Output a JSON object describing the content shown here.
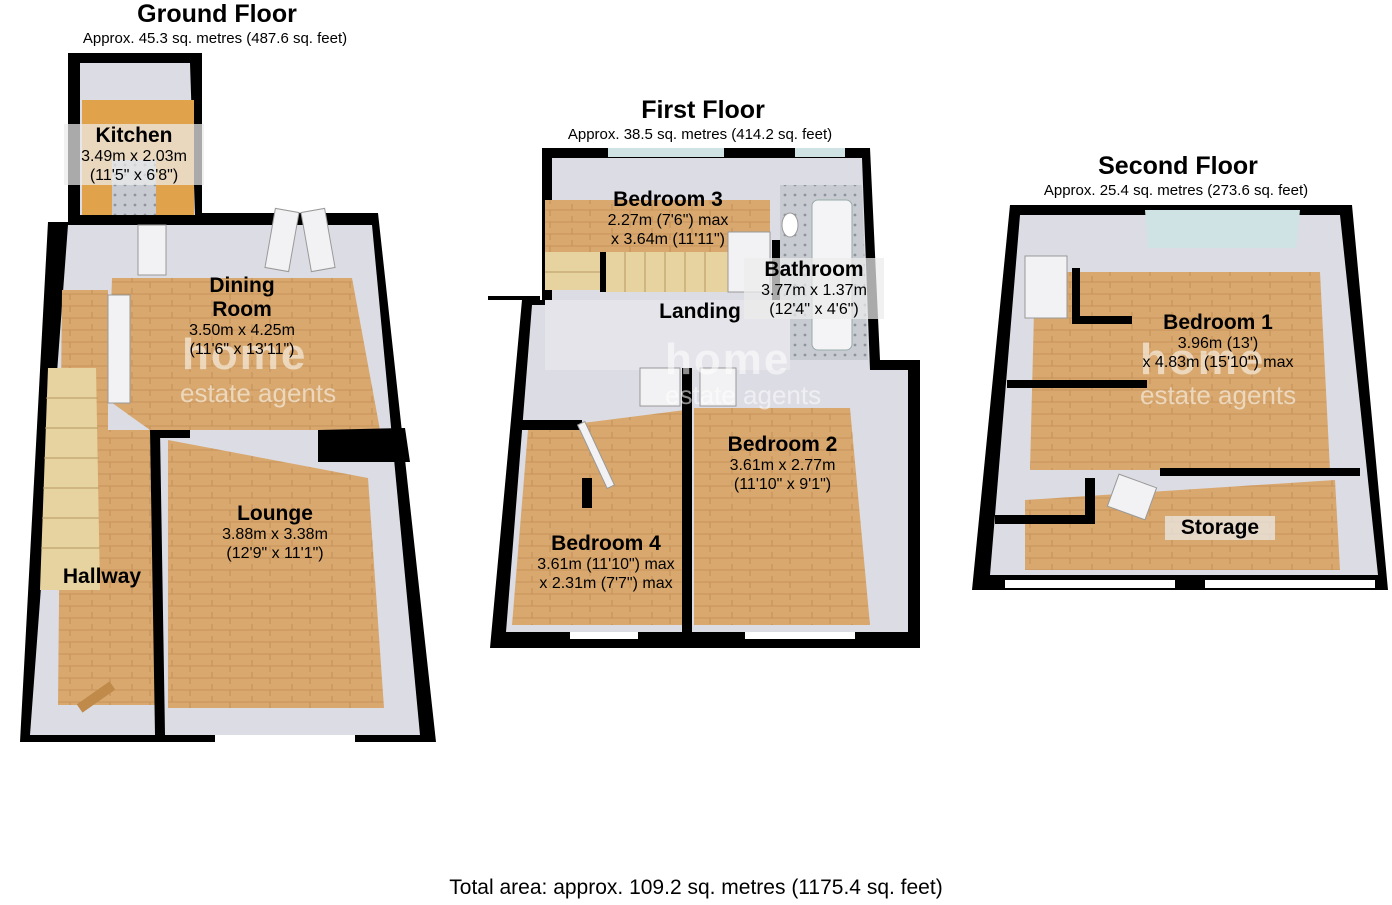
{
  "floors": {
    "ground": {
      "title": "Ground Floor",
      "area": "Approx. 45.3 sq. metres (487.6 sq. feet)",
      "rooms": {
        "kitchen": {
          "name": "Kitchen",
          "dim1": "3.49m x 2.03m",
          "dim2": "(11'5\" x 6'8\")"
        },
        "dining": {
          "name1": "Dining",
          "name2": "Room",
          "dim1": "3.50m x 4.25m",
          "dim2": "(11'6\" x 13'11\")"
        },
        "lounge": {
          "name": "Lounge",
          "dim1": "3.88m x 3.38m",
          "dim2": "(12'9\" x 11'1\")"
        },
        "hallway": {
          "name": "Hallway"
        }
      }
    },
    "first": {
      "title": "First Floor",
      "area": "Approx. 38.5 sq. metres (414.2 sq. feet)",
      "rooms": {
        "bedroom3": {
          "name": "Bedroom 3",
          "dim1": "2.27m (7'6\") max",
          "dim2": "x 3.64m (11'11\")"
        },
        "bathroom": {
          "name": "Bathroom",
          "dim1": "3.77m x 1.37m",
          "dim2": "(12'4\" x 4'6\")"
        },
        "landing": {
          "name": "Landing"
        },
        "bedroom2": {
          "name": "Bedroom 2",
          "dim1": "3.61m x 2.77m",
          "dim2": "(11'10\" x 9'1\")"
        },
        "bedroom4": {
          "name": "Bedroom 4",
          "dim1": "3.61m (11'10\") max",
          "dim2": "x 2.31m (7'7\") max"
        }
      }
    },
    "second": {
      "title": "Second Floor",
      "area": "Approx. 25.4 sq. metres (273.6 sq. feet)",
      "rooms": {
        "bedroom1": {
          "name": "Bedroom 1",
          "dim1": "3.96m (13')",
          "dim2": "x 4.83m (15'10\") max"
        },
        "storage": {
          "name": "Storage"
        }
      }
    }
  },
  "watermark": {
    "line1": "home",
    "line2": "estate agents"
  },
  "total": "Total area: approx. 109.2 sq. metres (1175.4 sq. feet)",
  "colors": {
    "wall": "#000000",
    "inner_wall": "#dcdce4",
    "floor_wood": "#d6a46a",
    "floor_light": "#e2be8c",
    "kitchen": "#e0a24a"
  }
}
